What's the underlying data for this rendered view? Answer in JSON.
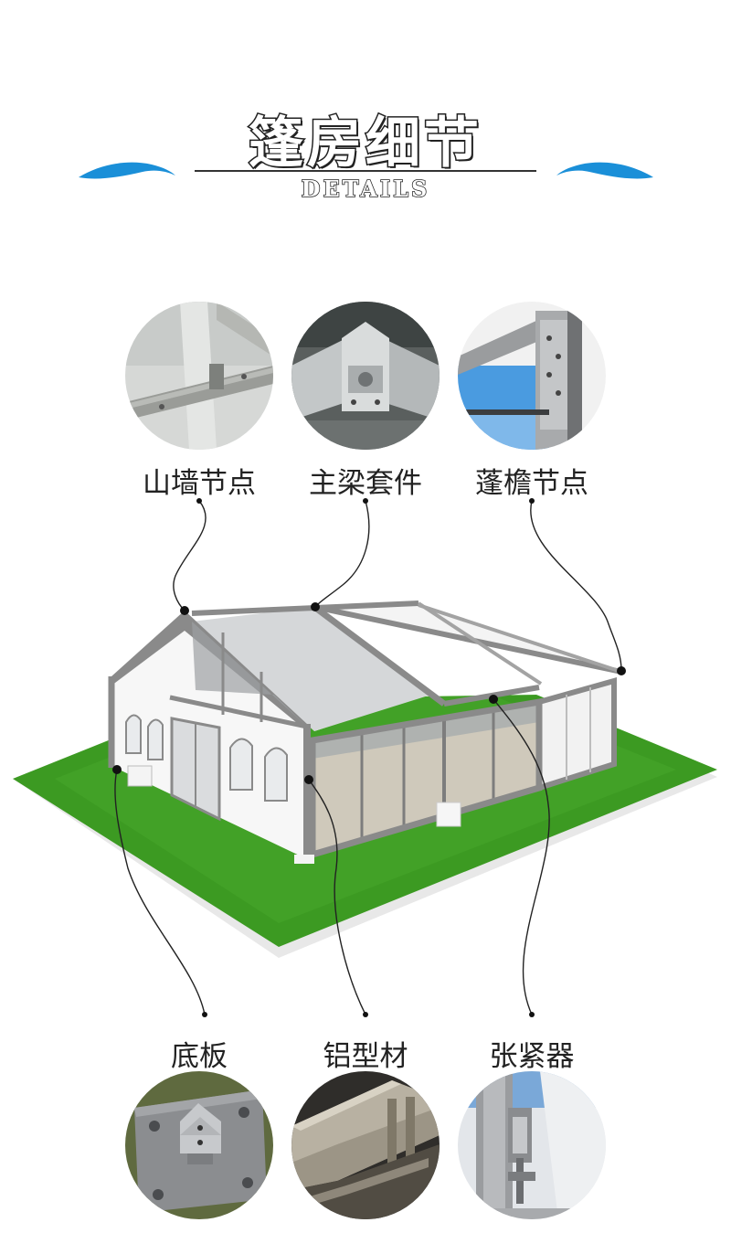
{
  "header": {
    "title": "篷房细节",
    "subtitle": "DETAILS"
  },
  "details_top": [
    {
      "label": "山墙节点",
      "icon": "gable-joint-photo"
    },
    {
      "label": "主梁套件",
      "icon": "main-beam-kit-photo"
    },
    {
      "label": "蓬檐节点",
      "icon": "eave-joint-photo"
    }
  ],
  "details_bottom": [
    {
      "label": "底板",
      "icon": "base-plate-photo"
    },
    {
      "label": "铝型材",
      "icon": "aluminum-profile-photo"
    },
    {
      "label": "张紧器",
      "icon": "tensioner-photo"
    }
  ],
  "colors": {
    "accent_wave": "#1a8fd8",
    "grass": "#3c9a22",
    "frame": "#8a8a8a",
    "text": "#222222"
  }
}
